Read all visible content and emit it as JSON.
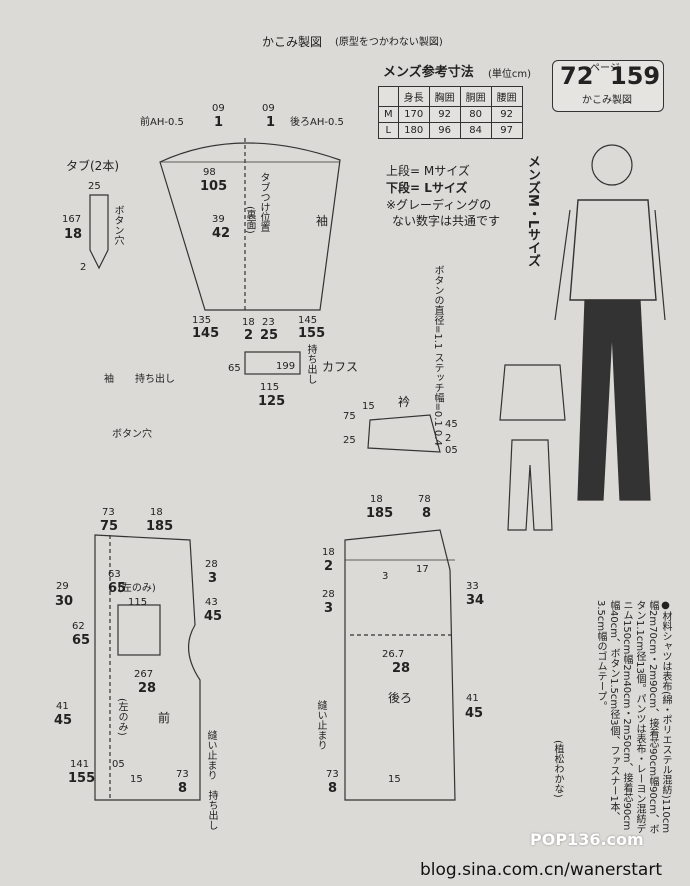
{
  "header": {
    "title": "かこみ製図",
    "subtitle": "(原型をつかわない製図)"
  },
  "size_table": {
    "title": "メンズ参考寸法",
    "unit": "(単位cm)",
    "columns": [
      "身長",
      "胸囲",
      "胴囲",
      "腰囲"
    ],
    "rows": [
      {
        "size": "M",
        "values": [
          "170",
          "92",
          "80",
          "92"
        ]
      },
      {
        "size": "L",
        "values": [
          "180",
          "96",
          "84",
          "97"
        ]
      }
    ]
  },
  "page_badge": {
    "number_left": "72",
    "suffix": "ページ",
    "number_right": "159",
    "caption": "かこみ製図"
  },
  "notes": {
    "upper": "上段= Mサイズ",
    "lower": "下段= Lサイズ",
    "grading": "※グレーディングの",
    "grading2": "ない数字は共通です"
  },
  "model_label": "メンズM・Lサイズ",
  "button_note": "ボタンの直径=1.1 ステッチ幅=0.1 0.4",
  "materials": {
    "title": "●材料",
    "text": "シャツは表布(綿・ポリエステル混紡)110cm幅2m70cm・2m90cm、接着芯90cm幅90cm、ボタン1.1cm径13個。パンツは表布・レーヨン混紡デニム150cm幅2m40cm・2m50cm、接着芯90cm幅40cm、ボタン1.5cm径3個、ファスナー1本、3.5cm幅のゴムテープ。",
    "credit": "(植松わかな)"
  },
  "labels": {
    "sleeve": "袖",
    "tab": "タブ(2本)",
    "cuff": "カフス",
    "collar": "衿",
    "front": "前",
    "back": "後ろ",
    "button_hole": "ボタン穴",
    "front_ah": "前AH-0.5",
    "back_ah": "後ろAH-0.5",
    "mochidashi": "持ち出し",
    "nui_tomari": "縫い止まり",
    "left_only": "(左のみ)",
    "tab_pos": "タブつけ位置",
    "ura": "(裏面)"
  },
  "dims": {
    "sleeve_top": [
      "09",
      "1",
      "09",
      "1"
    ],
    "sleeve_left": [
      "98",
      "105"
    ],
    "sleeve_height": [
      "39",
      "42"
    ],
    "sleeve_bottom_l": [
      "135",
      "145"
    ],
    "sleeve_bottom_r": [
      "145",
      "155"
    ],
    "sleeve_mid": [
      "18",
      "2",
      "23",
      "25"
    ],
    "tab_dims": [
      "25",
      "167",
      "18",
      "2"
    ],
    "cuff_dims": [
      "65",
      "115",
      "125",
      "199"
    ],
    "collar_dims": [
      "15",
      "75",
      "45",
      "25",
      "2",
      "05"
    ],
    "front_top": [
      "73",
      "75",
      "18",
      "185"
    ],
    "front_left": [
      "29",
      "30",
      "62",
      "65",
      "41",
      "45",
      "141",
      "155"
    ],
    "front_right": [
      "28",
      "3",
      "43",
      "45",
      "73",
      "8"
    ],
    "front_inner": [
      "63",
      "65",
      "115",
      "267",
      "28",
      "15",
      "05"
    ],
    "back_top": [
      "18",
      "185",
      "78",
      "8"
    ],
    "back_left": [
      "18",
      "2",
      "28",
      "3",
      "73",
      "8"
    ],
    "back_right": [
      "33",
      "34",
      "41",
      "45"
    ],
    "back_inner": [
      "26.7",
      "28",
      "17",
      "3",
      "15"
    ]
  },
  "watermark": {
    "brand": "POP136.com",
    "blog": "blog.sina.com.cn/wanerstart"
  }
}
